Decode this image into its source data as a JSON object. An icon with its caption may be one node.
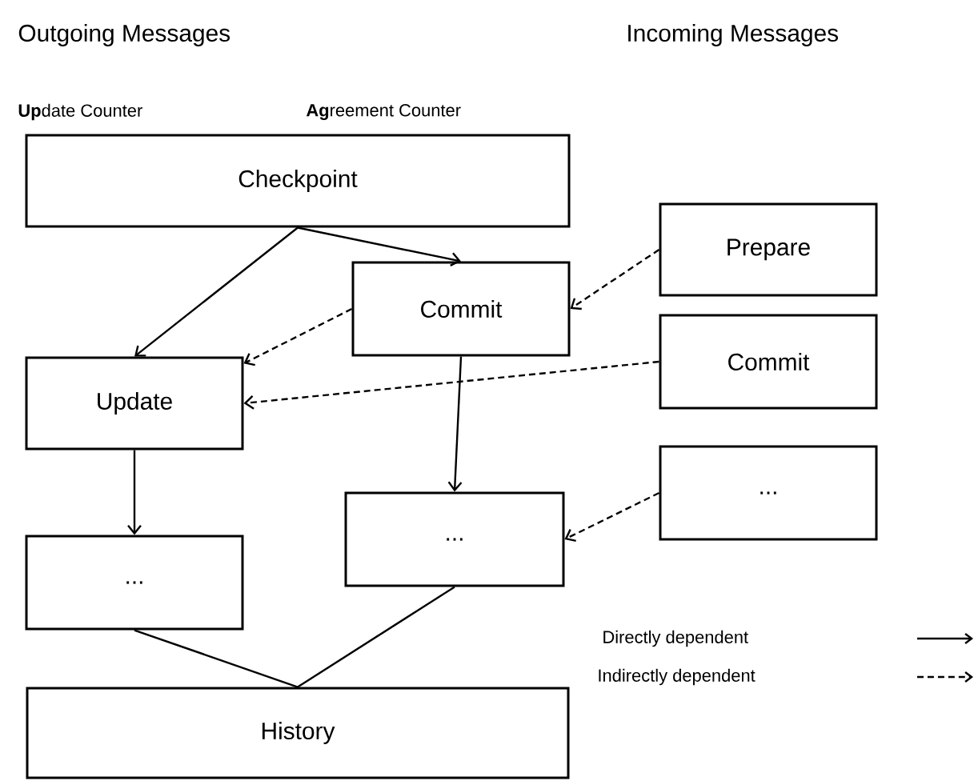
{
  "diagram": {
    "nodes": [
      {
        "text": [
          "Checkpoint"
        ]
      },
      {
        "text": [
          "Commit"
        ]
      },
      {
        "text": [
          "Update"
        ]
      },
      {
        "text": [
          "..."
        ]
      },
      {
        "text": [
          "..."
        ]
      },
      {
        "text": [
          "History"
        ]
      },
      {
        "text": [
          "Prepare"
        ]
      },
      {
        "text": [
          "Commit"
        ]
      },
      {
        "text": [
          "..."
        ]
      }
    ],
    "edges": [
      {
        "from": 0,
        "to": 2,
        "arrow": "to"
      },
      {
        "from": 0,
        "to": 1,
        "arrow": "to"
      },
      {
        "from": 6,
        "to": 1,
        "arrow": "to",
        "style": "dashed"
      },
      {
        "from": 1,
        "to": 2,
        "arrow": "to",
        "style": "dashed"
      },
      {
        "from": 7,
        "to": 2,
        "arrow": "to",
        "style": "dashed"
      },
      {
        "from": 1,
        "to": 4,
        "arrow": "to"
      },
      {
        "from": 2,
        "to": 3,
        "arrow": "to"
      },
      {
        "from": 8,
        "to": 4,
        "arrow": "to",
        "style": "dashed"
      },
      {
        "from": 3,
        "to": 5,
        "arrow": "none"
      },
      {
        "from": 4,
        "to": 5,
        "arrow": "none"
      }
    ],
    "labels": [
      "Outgoing Messages",
      "Incoming Messages",
      "**Up**date Counter",
      "**Ag**reement Counter"
    ],
    "legend": [
      {
        "text": "Directly dependent"
      },
      {
        "text": "Indirectly dependent"
      }
    ]
  }
}
